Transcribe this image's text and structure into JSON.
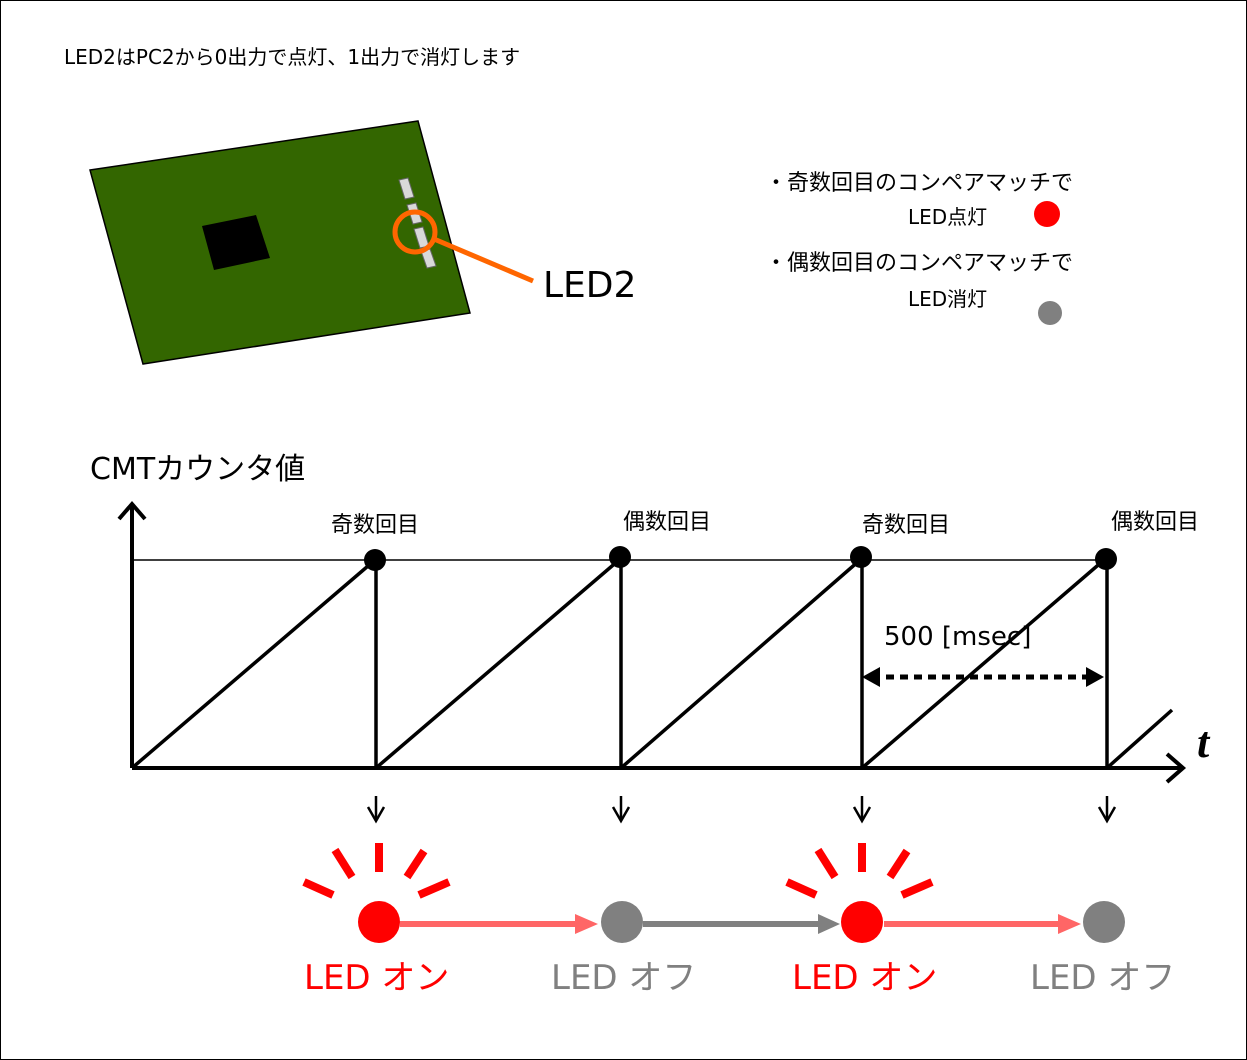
{
  "header": {
    "description": "LED2はPC2から0出力で点灯、1出力で消灯します"
  },
  "board": {
    "led_label": "LED2"
  },
  "legend": {
    "odd_text": "・奇数回目のコンペアマッチで",
    "odd_action": "LED点灯",
    "even_text": "・偶数回目のコンペアマッチで",
    "even_action": "LED消灯",
    "on_color": "#ff0000",
    "off_color": "#808080"
  },
  "chart": {
    "ylabel": "CMTカウンタ値",
    "xlabel": "t",
    "match_labels": [
      "奇数回目",
      "偶数回目",
      "奇数回目",
      "偶数回目"
    ],
    "period_label": "500 [msec]"
  },
  "states": {
    "labels": [
      "LED オン",
      "LED オフ",
      "LED オン",
      "LED オフ"
    ],
    "on_color": "#ff0000",
    "off_color": "#808080",
    "on_arrow_color": "#ff6666"
  }
}
